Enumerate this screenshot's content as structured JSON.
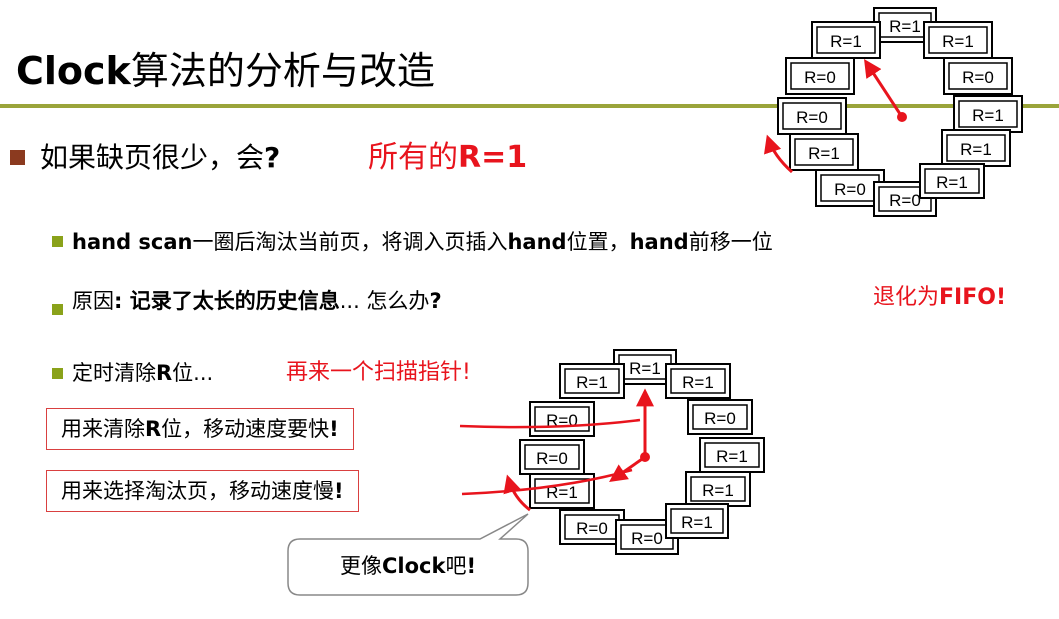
{
  "title": {
    "bold": "Clock",
    "rest": "算法的分析与改造"
  },
  "question": {
    "prefix": "如果缺页很少，会",
    "mark": "?",
    "answer_prefix": "所有的",
    "answer_bold": "R=1"
  },
  "bullets": [
    {
      "p1": "hand scan",
      "p2": "一圈后淘汰当前页，将调入页插入",
      "p3": "hand",
      "p4": "位置，",
      "p5": "hand",
      "p6": "前移一位"
    },
    {
      "p1": "原因",
      "p2": ": 记录了太长的历史信息",
      "p3": "...",
      "p4": " 怎么办",
      "p5": "?"
    },
    {
      "p1": "定时清除",
      "p2": "R",
      "p3": "位",
      "p4": "..."
    }
  ],
  "degenerate_note": {
    "prefix": "退化为",
    "bold": "FIFO!"
  },
  "new_hand_note": "再来一个扫描指针!",
  "clear_box": {
    "p1": "用来清除",
    "p2": "R",
    "p3": "位，移动速度要快",
    "p4": "!"
  },
  "select_box": {
    "p1": "用来选择淘汰页，移动速度慢",
    "p2": "!"
  },
  "bubble": {
    "p1": "更像",
    "p2": "Clock",
    "p3": "吧",
    "p4": "!"
  },
  "colors": {
    "accent_red": "#e8141d",
    "divider": "#9aa43a",
    "bullet_main": "#8b3a1f",
    "bullet_sub": "#8aa21a"
  },
  "clock_top": {
    "labels": [
      "R=1",
      "R=1",
      "R=1",
      "R=0",
      "R=0",
      "R=1",
      "R=0",
      "R=1",
      "R=1",
      "R=0",
      "R=0",
      "R=1"
    ]
  },
  "clock_bottom": {
    "labels": [
      "R=1",
      "R=1",
      "R=1",
      "R=0",
      "R=0",
      "R=1",
      "R=0",
      "R=1",
      "R=1",
      "R=0",
      "R=0",
      "R=1"
    ]
  }
}
